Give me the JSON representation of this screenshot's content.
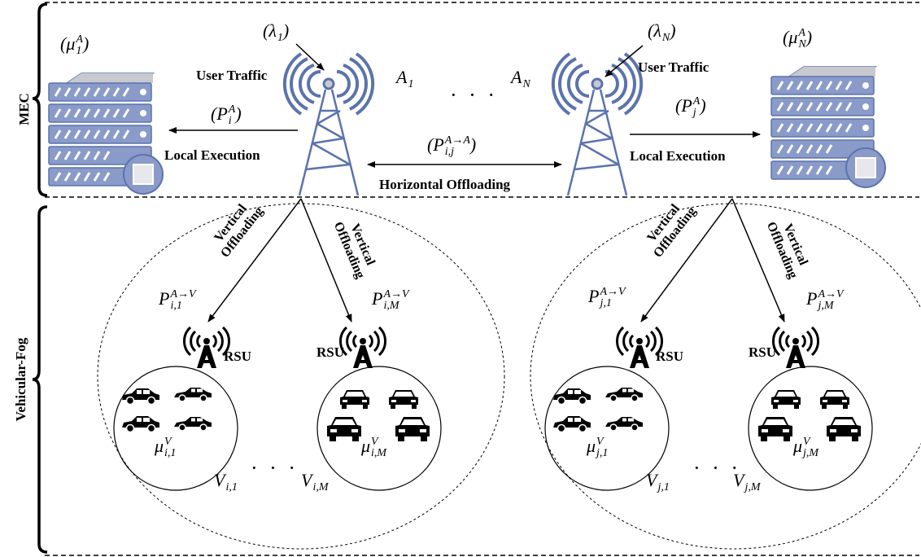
{
  "layers": {
    "mec": "MEC",
    "fog": "Vehicular-Fog"
  },
  "labels": {
    "user_traffic": "User Traffic",
    "local_execution": "Local Execution",
    "horizontal_offloading": "Horizontal Offloading",
    "vertical_offloading_line1": "Vertical",
    "vertical_offloading_line2": "Offloading",
    "rsu": "RSU",
    "ellipsis": "· · ·"
  },
  "math": {
    "lambda_1": {
      "base": "(λ",
      "sub": "1",
      "close": ")"
    },
    "lambda_N": {
      "base": "(λ",
      "sub": "N",
      "close": ")"
    },
    "mu_1_A": {
      "base": "(μ",
      "sub": "1",
      "sup": "A",
      "close": ")"
    },
    "mu_N_A": {
      "base": "(μ",
      "sub": "N",
      "sup": "A",
      "close": ")"
    },
    "A_1": {
      "base": "A",
      "sub": "1"
    },
    "A_N": {
      "base": "A",
      "sub": "N"
    },
    "P_i_A": {
      "base": "(P",
      "sub": "i",
      "sup": "A",
      "close": ")"
    },
    "P_j_A": {
      "base": "(P",
      "sub": "j",
      "sup": "A",
      "close": ")"
    },
    "P_ij_AA": {
      "base": "(P",
      "sub": "i,j",
      "sup": "A→A",
      "close": ")"
    },
    "P_i1_AV": {
      "base": "P",
      "sub": "i,1",
      "sup": "A→V"
    },
    "P_iM_AV": {
      "base": "P",
      "sub": "i,M",
      "sup": "A→V"
    },
    "P_j1_AV": {
      "base": "P",
      "sub": "j,1",
      "sup": "A→V"
    },
    "P_jM_AV": {
      "base": "P",
      "sub": "j,M",
      "sup": "A→V"
    },
    "mu_i1_V": {
      "base": "μ",
      "sub": "i,1",
      "sup": "V"
    },
    "mu_iM_V": {
      "base": "μ",
      "sub": "i,M",
      "sup": "V"
    },
    "mu_j1_V": {
      "base": "μ",
      "sub": "j,1",
      "sup": "V"
    },
    "mu_jM_V": {
      "base": "μ",
      "sub": "j,M",
      "sup": "V"
    },
    "V_i1": {
      "base": "V",
      "sub": "i,1"
    },
    "V_iM": {
      "base": "V",
      "sub": "i,M"
    },
    "V_j1": {
      "base": "V",
      "sub": "j,1"
    },
    "V_jM": {
      "base": "V",
      "sub": "j,M"
    }
  },
  "colors": {
    "tower": "#5b73ad",
    "server_body": "#8a9bc9",
    "server_top": "#c7c9cf",
    "line": "#000000"
  },
  "icons": [
    "server-icon",
    "cell-tower-icon",
    "rsu-antenna-icon",
    "car-icon",
    "suv-icon",
    "sedan-front-icon"
  ]
}
